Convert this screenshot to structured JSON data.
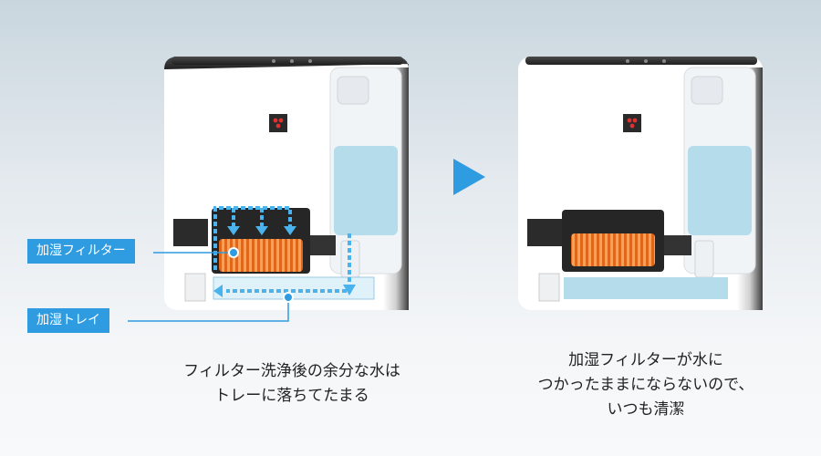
{
  "labels": {
    "filter": "加湿フィルター",
    "tray": "加湿トレイ"
  },
  "captions": {
    "left": [
      "フィルター洗浄後の余分な水は",
      "トレーに落ちてたまる"
    ],
    "right": [
      "加湿フィルターが水に",
      "つかったままにならないので、",
      "いつも清潔"
    ]
  },
  "colors": {
    "accent": "#2f9be0",
    "water": "#b5dceb",
    "filter_orange": "#e8781e",
    "filter_frame": "#2a2a2a"
  },
  "icons": {
    "arrow": "right-triangle-arrow",
    "logo": "brand-logo-icon"
  }
}
